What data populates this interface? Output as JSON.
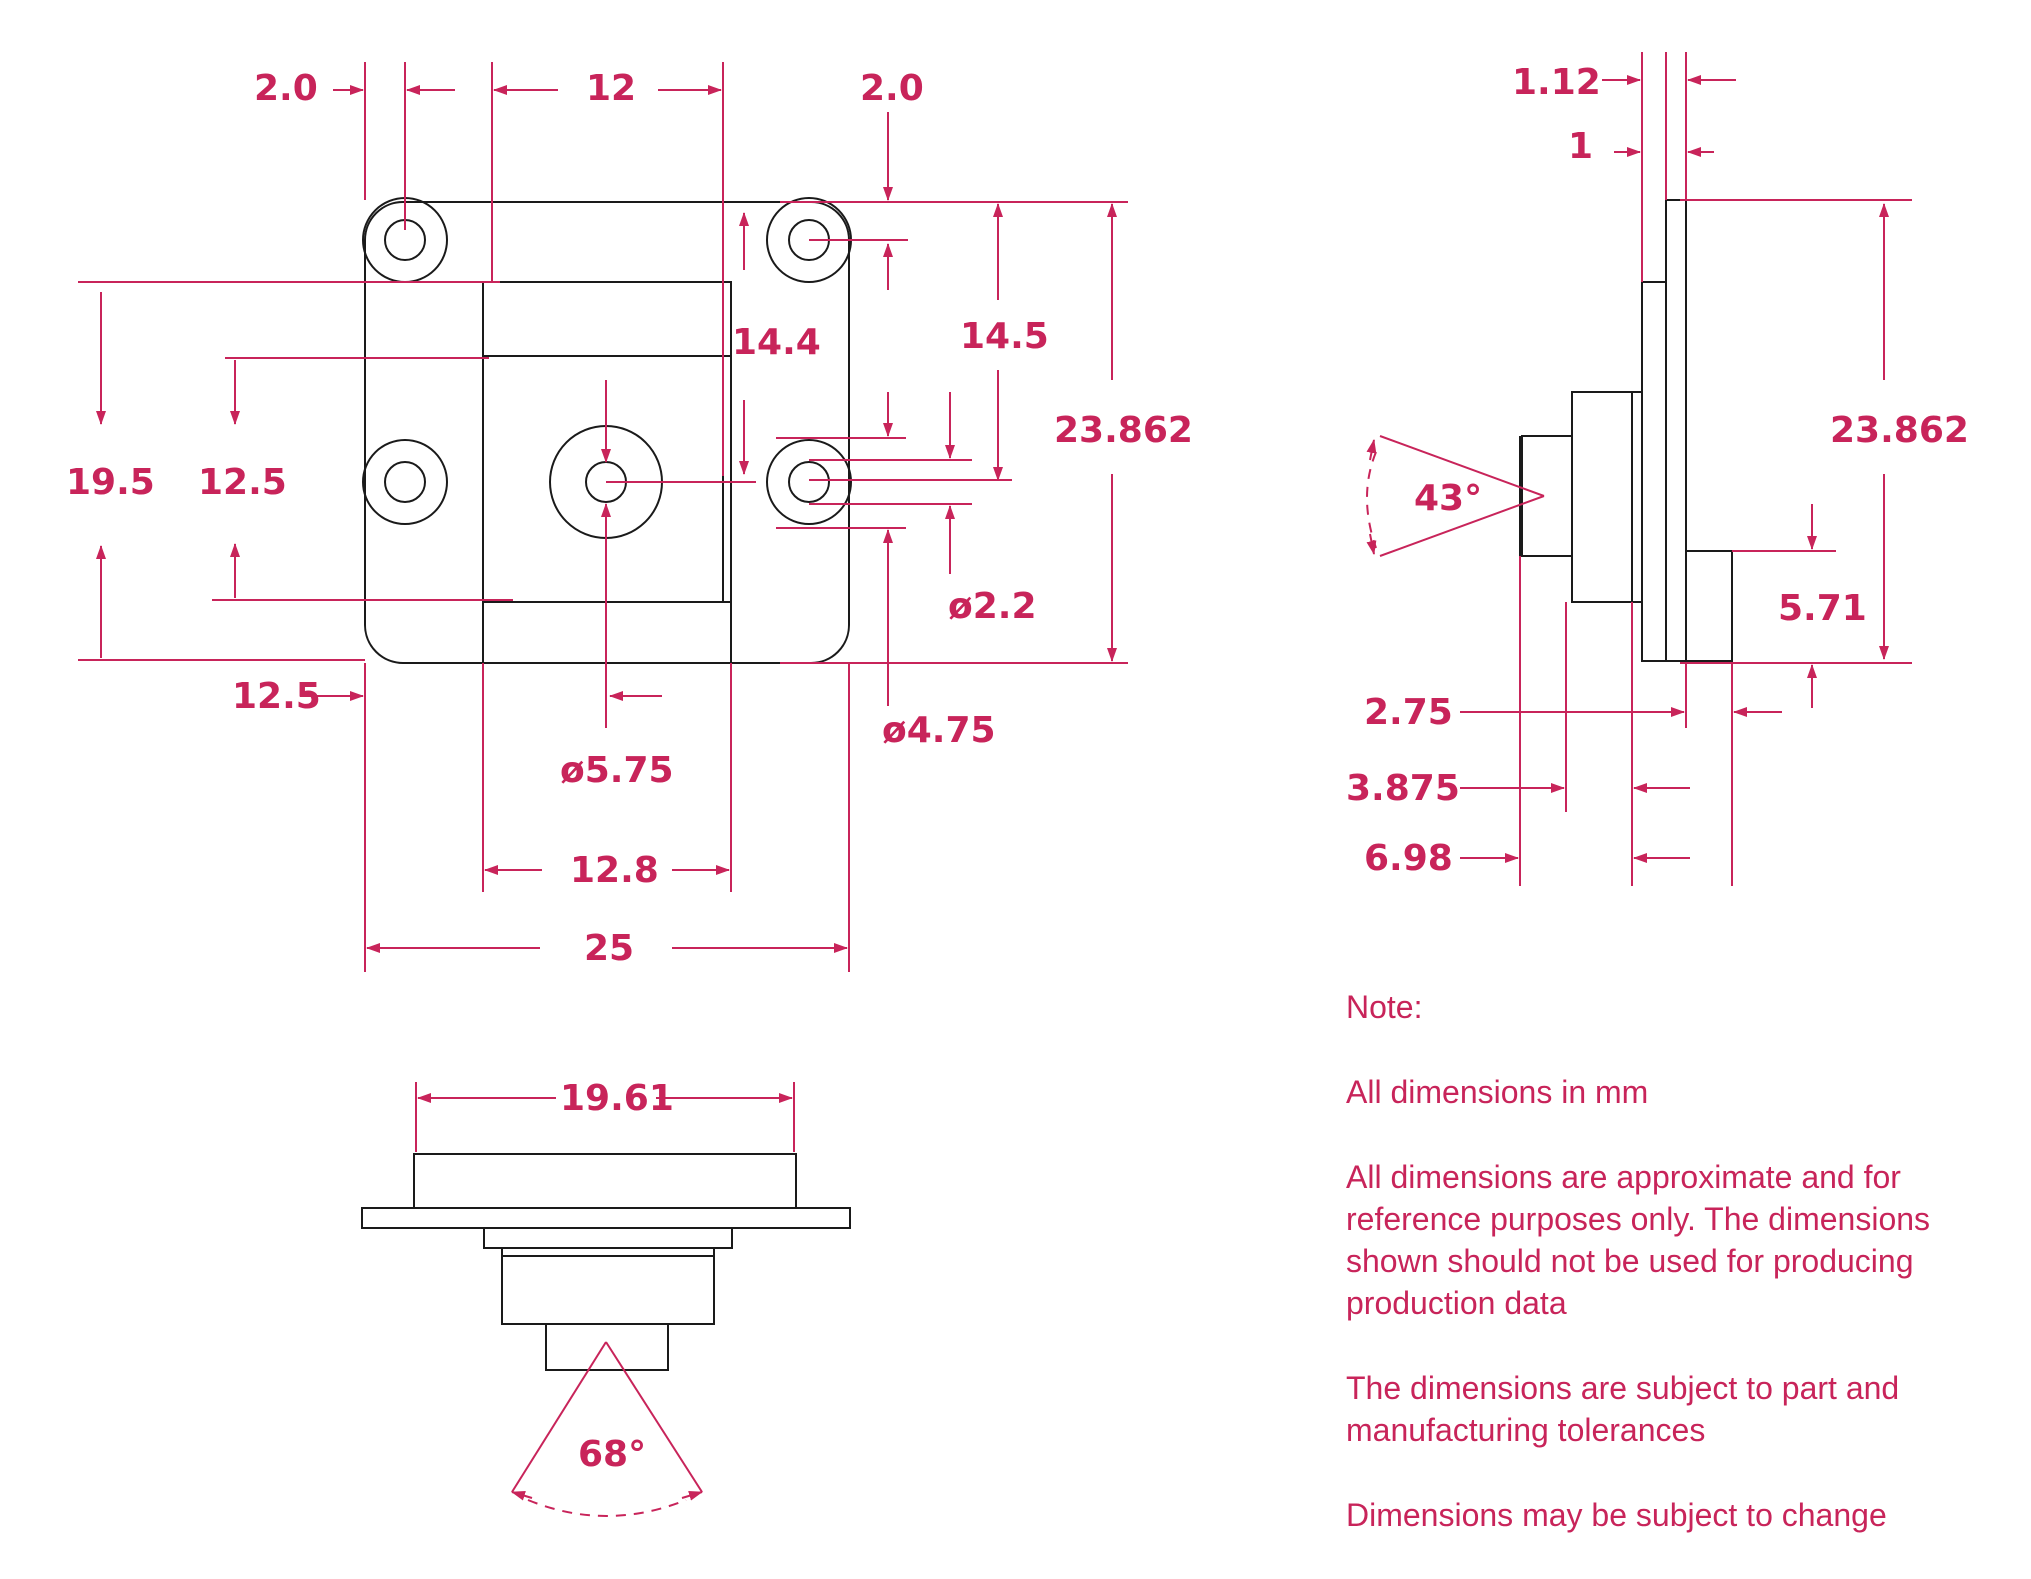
{
  "colors": {
    "accent": "#c8245a",
    "outline": "#1a1a1a"
  },
  "front_view": {
    "dims": {
      "hole_margin_left": "2.0",
      "hole_spacing_top": "12",
      "hole_margin_right": "2.0",
      "height_14_4": "14.4",
      "height_14_5": "14.5",
      "overall_height": "23.862",
      "height_19_5": "19.5",
      "height_12_5": "12.5",
      "width_12_5": "12.5",
      "hole_dia": "ø2.2",
      "boss_dia": "ø4.75",
      "lens_dia": "ø5.75",
      "sensor_width": "12.8",
      "overall_width": "25"
    }
  },
  "side_view": {
    "dims": {
      "pcb_1_12": "1.12",
      "pcb_1": "1",
      "overall_height": "23.862",
      "fov_vertical": "43°",
      "offset_5_71": "5.71",
      "depth_2_75": "2.75",
      "depth_3_875": "3.875",
      "depth_6_98": "6.98"
    }
  },
  "bottom_view": {
    "dims": {
      "width": "19.61",
      "fov_horizontal": "68°"
    }
  },
  "notes": {
    "heading": "Note:",
    "line1": "All dimensions in mm",
    "line2": "All dimensions are approximate and for reference purposes only. The dimensions shown should not be used for producing production data",
    "line3": "The dimensions are subject to part and manufacturing tolerances",
    "line4": "Dimensions may be subject to change"
  }
}
